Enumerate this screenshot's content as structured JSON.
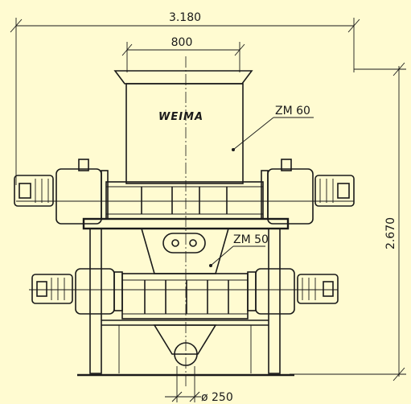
{
  "dimensions": {
    "overall_width": "3.180",
    "hopper_width": "800",
    "overall_height": "2.670",
    "outlet_diameter": "ø 250"
  },
  "labels": {
    "upper_machine": "ZM 60",
    "lower_machine": "ZM 50"
  },
  "logo": {
    "text": "WEIMA"
  }
}
